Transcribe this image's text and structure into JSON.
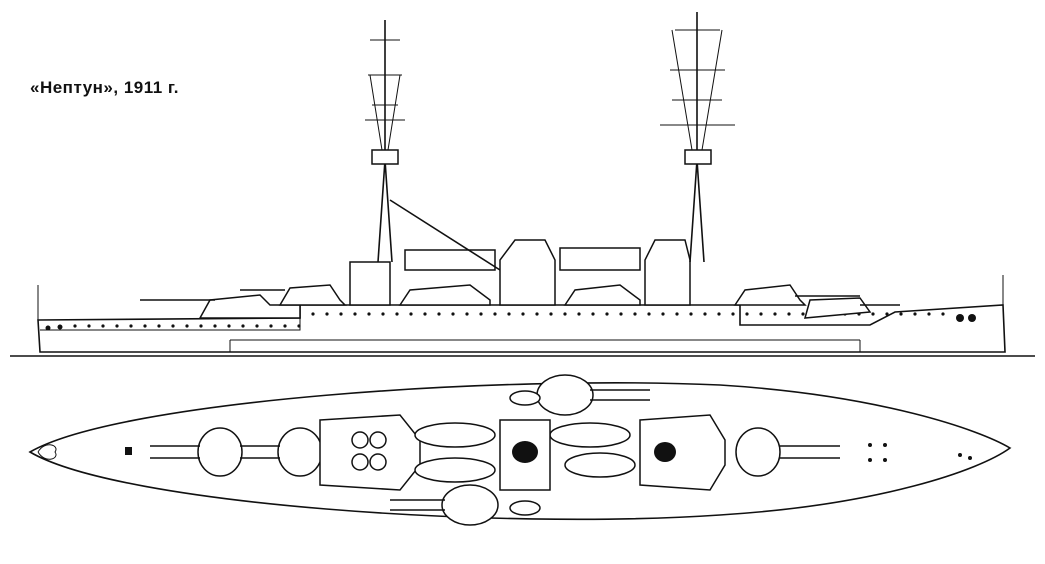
{
  "caption": "«Нептун», 1911 г.",
  "drawing": {
    "views": [
      "side-profile",
      "plan-view"
    ],
    "line_color": "#111111",
    "background": "#ffffff"
  }
}
